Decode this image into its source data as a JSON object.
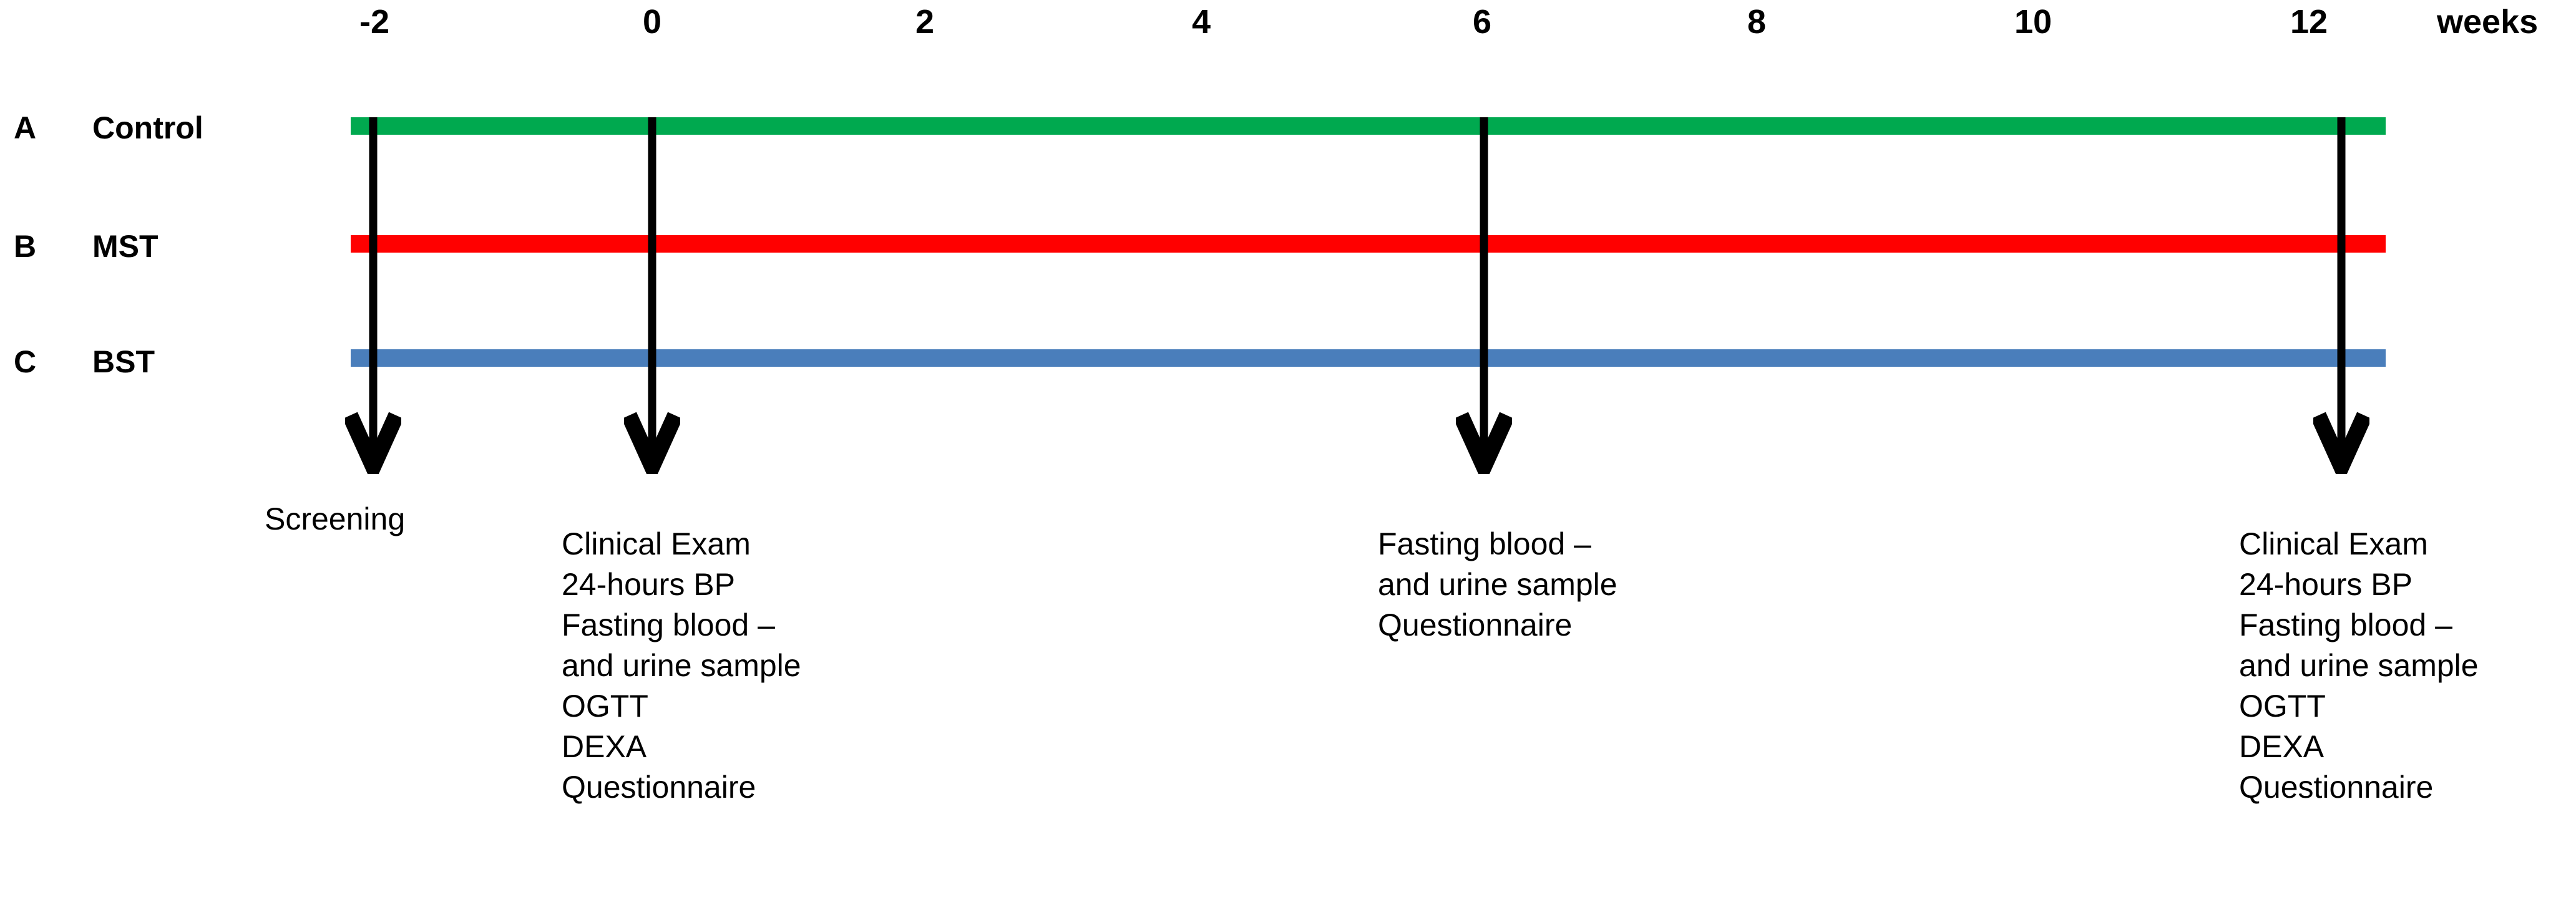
{
  "figure": {
    "type": "study-timeline",
    "axis_unit_label": "weeks",
    "axis_ticks": [
      "-2",
      "0",
      "2",
      "4",
      "6",
      "8",
      "10",
      "12"
    ],
    "tick_values": [
      -2,
      0,
      2,
      4,
      6,
      8,
      10,
      12
    ]
  },
  "arms": [
    {
      "letter": "A",
      "name": "Control",
      "color": "#00A94F"
    },
    {
      "letter": "B",
      "name": "MST",
      "color": "#FF0000"
    },
    {
      "letter": "C",
      "name": "BST",
      "color": "#4A7EBB"
    }
  ],
  "timepoints": [
    {
      "week": "-2",
      "lines": [
        "Screening"
      ]
    },
    {
      "week": "0",
      "lines": [
        "Clinical Exam",
        "24-hours BP",
        "Fasting blood –",
        "and urine sample",
        "OGTT",
        "DEXA",
        "Questionnaire"
      ]
    },
    {
      "week": "6",
      "lines": [
        "Fasting blood –",
        "and urine sample",
        "Questionnaire"
      ]
    },
    {
      "week": "12",
      "lines": [
        "Clinical Exam",
        "24-hours BP",
        "Fasting blood –",
        "and urine sample",
        "OGTT",
        "DEXA",
        "Questionnaire"
      ]
    }
  ],
  "ticks": {
    "t0": "-2",
    "t1": "0",
    "t2": "2",
    "t3": "4",
    "t4": "6",
    "t5": "8",
    "t6": "10",
    "t7": "12",
    "unit": "weeks"
  },
  "chart_data": {
    "type": "timeline",
    "title": "",
    "xlabel": "weeks",
    "ylabel": "",
    "xlim": [
      -2,
      12
    ],
    "x_ticks": [
      -2,
      0,
      2,
      4,
      6,
      8,
      10,
      12
    ],
    "x_tick_labels": [
      "-2",
      "0",
      "2",
      "4",
      "6",
      "8",
      "10",
      "12"
    ],
    "grid": false,
    "legend": "none",
    "series": [
      {
        "name": "A Control",
        "color": "#00A94F",
        "span": [
          -2,
          12
        ]
      },
      {
        "name": "B MST",
        "color": "#FF0000",
        "span": [
          -2,
          12
        ]
      },
      {
        "name": "C BST",
        "color": "#4A7EBB",
        "span": [
          -2,
          12
        ]
      }
    ],
    "event_markers": [
      {
        "week": -2,
        "label": "Screening"
      },
      {
        "week": 0,
        "label": "Clinical Exam; 24-hours BP; Fasting blood – and urine sample; OGTT; DEXA; Questionnaire"
      },
      {
        "week": 6,
        "label": "Fasting blood – and urine sample; Questionnaire"
      },
      {
        "week": 12,
        "label": "Clinical Exam; 24-hours BP; Fasting blood – and urine sample; OGTT; DEXA; Questionnaire"
      }
    ]
  }
}
